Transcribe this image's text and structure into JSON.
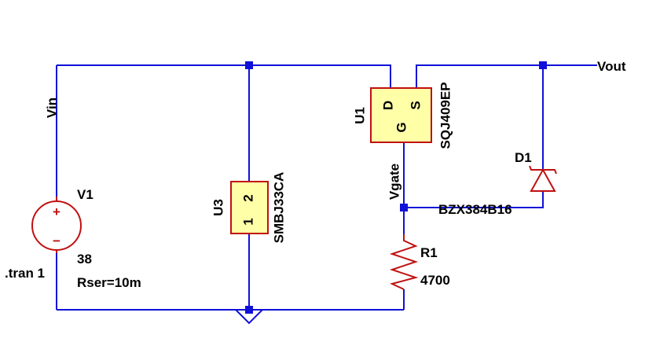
{
  "colors": {
    "wire": "#1010d8",
    "component": "#c01010",
    "ic_fill": "#ffffa8",
    "text": "#000000"
  },
  "nets": {
    "vin": "Vin",
    "vout": "Vout",
    "vgate": "Vgate"
  },
  "directives": {
    "tran": ".tran 1"
  },
  "V1": {
    "ref": "V1",
    "value": "38",
    "rser": "Rser=10m",
    "plus": "+",
    "minus": "−"
  },
  "U3": {
    "ref": "U3",
    "part": "SMBJ33CA",
    "pin1": "1",
    "pin2": "2"
  },
  "U1": {
    "ref": "U1",
    "part": "SQJ409EP",
    "pin_d": "D",
    "pin_s": "S",
    "pin_g": "G"
  },
  "D1": {
    "ref": "D1",
    "part": "BZX384B16"
  },
  "R1": {
    "ref": "R1",
    "value": "4700"
  },
  "icons": {
    "ground": "ground-icon",
    "resistor": "resistor-icon",
    "zener": "zener-diode-icon",
    "source": "voltage-source-icon"
  }
}
